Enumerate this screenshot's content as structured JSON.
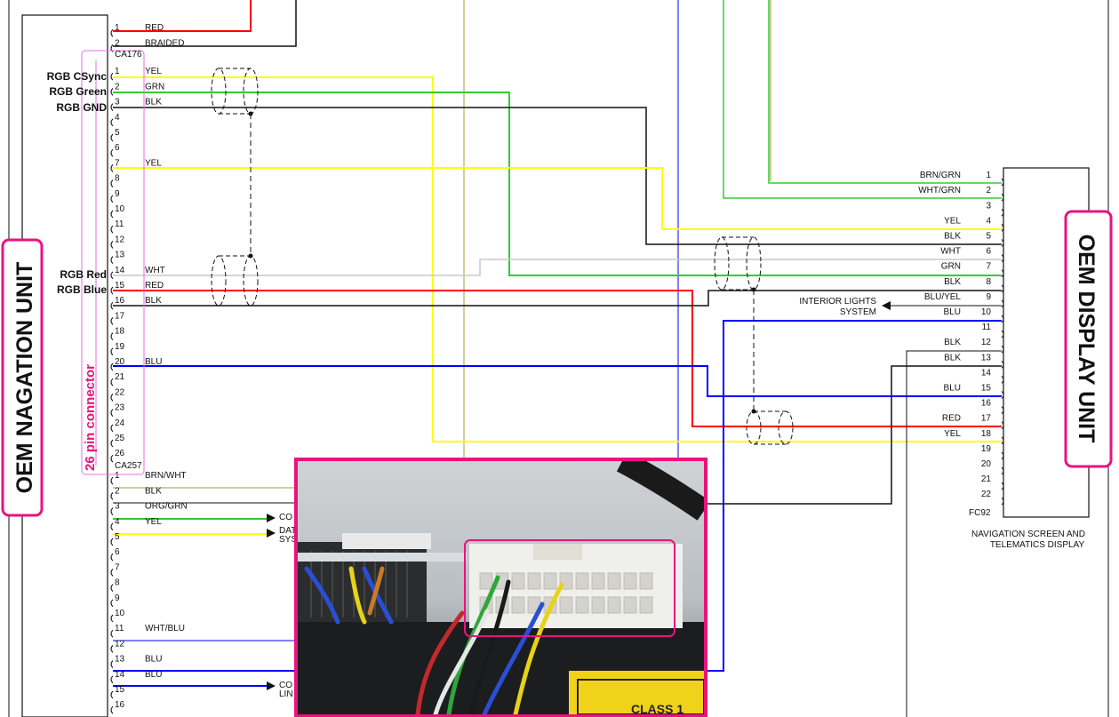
{
  "colors": {
    "red": "#ff0000",
    "green": "#33cc33",
    "yellow": "#ffff00",
    "blue": "#0000ff",
    "white": "#c8c8c8",
    "black": "#111111",
    "olive": "#a89b3a",
    "magenta": "#e8137f"
  },
  "nav_unit": {
    "title": "OEM NAGATION UNIT",
    "connector_label": "26 pin connector",
    "rgb_labels": {
      "csync": "RGB CSync",
      "green": "RGB Green",
      "gnd": "RGB GND",
      "red": "RGB Red",
      "blue": "RGB Blue"
    },
    "top_connector": {
      "id": "CA176",
      "pins": [
        {
          "num": "1",
          "wire": "RED"
        },
        {
          "num": "2",
          "wire": "BRAIDED"
        }
      ]
    },
    "main_connector": {
      "id": "CA257",
      "pins": [
        {
          "num": "1",
          "wire": "YEL"
        },
        {
          "num": "2",
          "wire": "GRN"
        },
        {
          "num": "3",
          "wire": "BLK"
        },
        {
          "num": "4",
          "wire": ""
        },
        {
          "num": "5",
          "wire": ""
        },
        {
          "num": "6",
          "wire": ""
        },
        {
          "num": "7",
          "wire": "YEL"
        },
        {
          "num": "8",
          "wire": ""
        },
        {
          "num": "9",
          "wire": ""
        },
        {
          "num": "10",
          "wire": ""
        },
        {
          "num": "11",
          "wire": ""
        },
        {
          "num": "12",
          "wire": ""
        },
        {
          "num": "13",
          "wire": ""
        },
        {
          "num": "14",
          "wire": "WHT"
        },
        {
          "num": "15",
          "wire": "RED"
        },
        {
          "num": "16",
          "wire": "BLK"
        },
        {
          "num": "17",
          "wire": ""
        },
        {
          "num": "18",
          "wire": ""
        },
        {
          "num": "19",
          "wire": ""
        },
        {
          "num": "20",
          "wire": "BLU"
        },
        {
          "num": "21",
          "wire": ""
        },
        {
          "num": "22",
          "wire": ""
        },
        {
          "num": "23",
          "wire": ""
        },
        {
          "num": "24",
          "wire": ""
        },
        {
          "num": "25",
          "wire": ""
        },
        {
          "num": "26",
          "wire": ""
        }
      ]
    },
    "lower_connector": {
      "pins": [
        {
          "num": "1",
          "wire": "BRN/WHT"
        },
        {
          "num": "2",
          "wire": "BLK"
        },
        {
          "num": "3",
          "wire": "ORG/GRN"
        },
        {
          "num": "4",
          "wire": "YEL"
        },
        {
          "num": "5",
          "wire": ""
        },
        {
          "num": "6",
          "wire": ""
        },
        {
          "num": "7",
          "wire": ""
        },
        {
          "num": "8",
          "wire": ""
        },
        {
          "num": "9",
          "wire": ""
        },
        {
          "num": "10",
          "wire": ""
        },
        {
          "num": "11",
          "wire": "WHT/BLU"
        },
        {
          "num": "12",
          "wire": ""
        },
        {
          "num": "13",
          "wire": "BLU"
        },
        {
          "num": "14",
          "wire": "BLU"
        },
        {
          "num": "15",
          "wire": ""
        },
        {
          "num": "16",
          "wire": ""
        }
      ]
    },
    "partial_labels": [
      "CO",
      "DAT",
      "SYS",
      "CO",
      "LIN"
    ]
  },
  "display_unit": {
    "title": "OEM DISPLAY UNIT",
    "connector_id": "FC92",
    "caption_line1": "NAVIGATION SCREEN AND",
    "caption_line2": "TELEMATICS DISPLAY",
    "interior_lights_line1": "INTERIOR LIGHTS",
    "interior_lights_line2": "SYSTEM",
    "pins": [
      {
        "num": "1",
        "wire": "BRN/GRN"
      },
      {
        "num": "2",
        "wire": "WHT/GRN"
      },
      {
        "num": "3",
        "wire": ""
      },
      {
        "num": "4",
        "wire": "YEL"
      },
      {
        "num": "5",
        "wire": "BLK"
      },
      {
        "num": "6",
        "wire": "WHT"
      },
      {
        "num": "7",
        "wire": "GRN"
      },
      {
        "num": "8",
        "wire": "BLK"
      },
      {
        "num": "9",
        "wire": "BLU/YEL"
      },
      {
        "num": "10",
        "wire": "BLU"
      },
      {
        "num": "11",
        "wire": ""
      },
      {
        "num": "12",
        "wire": "BLK"
      },
      {
        "num": "13",
        "wire": "BLK"
      },
      {
        "num": "14",
        "wire": ""
      },
      {
        "num": "15",
        "wire": "BLU"
      },
      {
        "num": "16",
        "wire": ""
      },
      {
        "num": "17",
        "wire": "RED"
      },
      {
        "num": "18",
        "wire": "YEL"
      },
      {
        "num": "19",
        "wire": ""
      },
      {
        "num": "20",
        "wire": ""
      },
      {
        "num": "21",
        "wire": ""
      },
      {
        "num": "22",
        "wire": ""
      }
    ]
  },
  "photo": {
    "label": "CLASS 1"
  }
}
